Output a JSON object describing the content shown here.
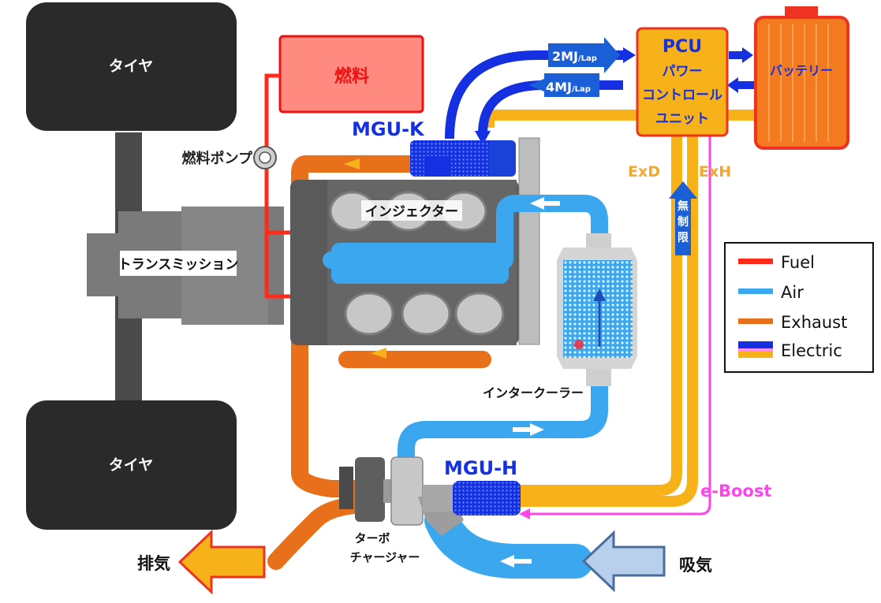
{
  "labels": {
    "tire_top": "タイヤ",
    "tire_bottom": "タイヤ",
    "fuel_tank": "燃料",
    "fuel_pump": "燃料ポンプ",
    "transmission": "トランスミッション",
    "injector": "インジェクター",
    "mgu_k": "MGU-K",
    "mgu_h": "MGU-H",
    "intercooler": "インタークーラー",
    "turbo_line1": "ターボ",
    "turbo_line2": "チャージャー",
    "exhaust": "排気",
    "intake": "吸気",
    "pcu_title": "PCU",
    "pcu_line1": "パワー",
    "pcu_line2": "コントロール",
    "pcu_line3": "ユニット",
    "battery": "バッテリー",
    "flow_2mj": "2MJ",
    "flow_2mj_unit": "/Lap",
    "flow_4mj": "4MJ",
    "flow_4mj_unit": "/Lap",
    "exd": "ExD",
    "exh": "ExH",
    "unlimited_1": "無",
    "unlimited_2": "制",
    "unlimited_3": "限",
    "eboost": "e-Boost"
  },
  "legend": [
    {
      "label": "Fuel",
      "color": "#ff2a1a"
    },
    {
      "label": "Air",
      "color": "#3aa7ee"
    },
    {
      "label": "Exhaust",
      "color": "#e8701a"
    },
    {
      "label": "Electric",
      "color": "#1530e0",
      "color2": "#ff8cff",
      "color3": "#f7b21a"
    }
  ],
  "colors": {
    "fuel": "#ff2a1a",
    "air": "#3aa7ee",
    "exhaust": "#e8701a",
    "electric_blue": "#1530e0",
    "electric_orange": "#f7b21a",
    "eboost_pink": "#ff44ee",
    "tire": "#2a2a2a"
  }
}
